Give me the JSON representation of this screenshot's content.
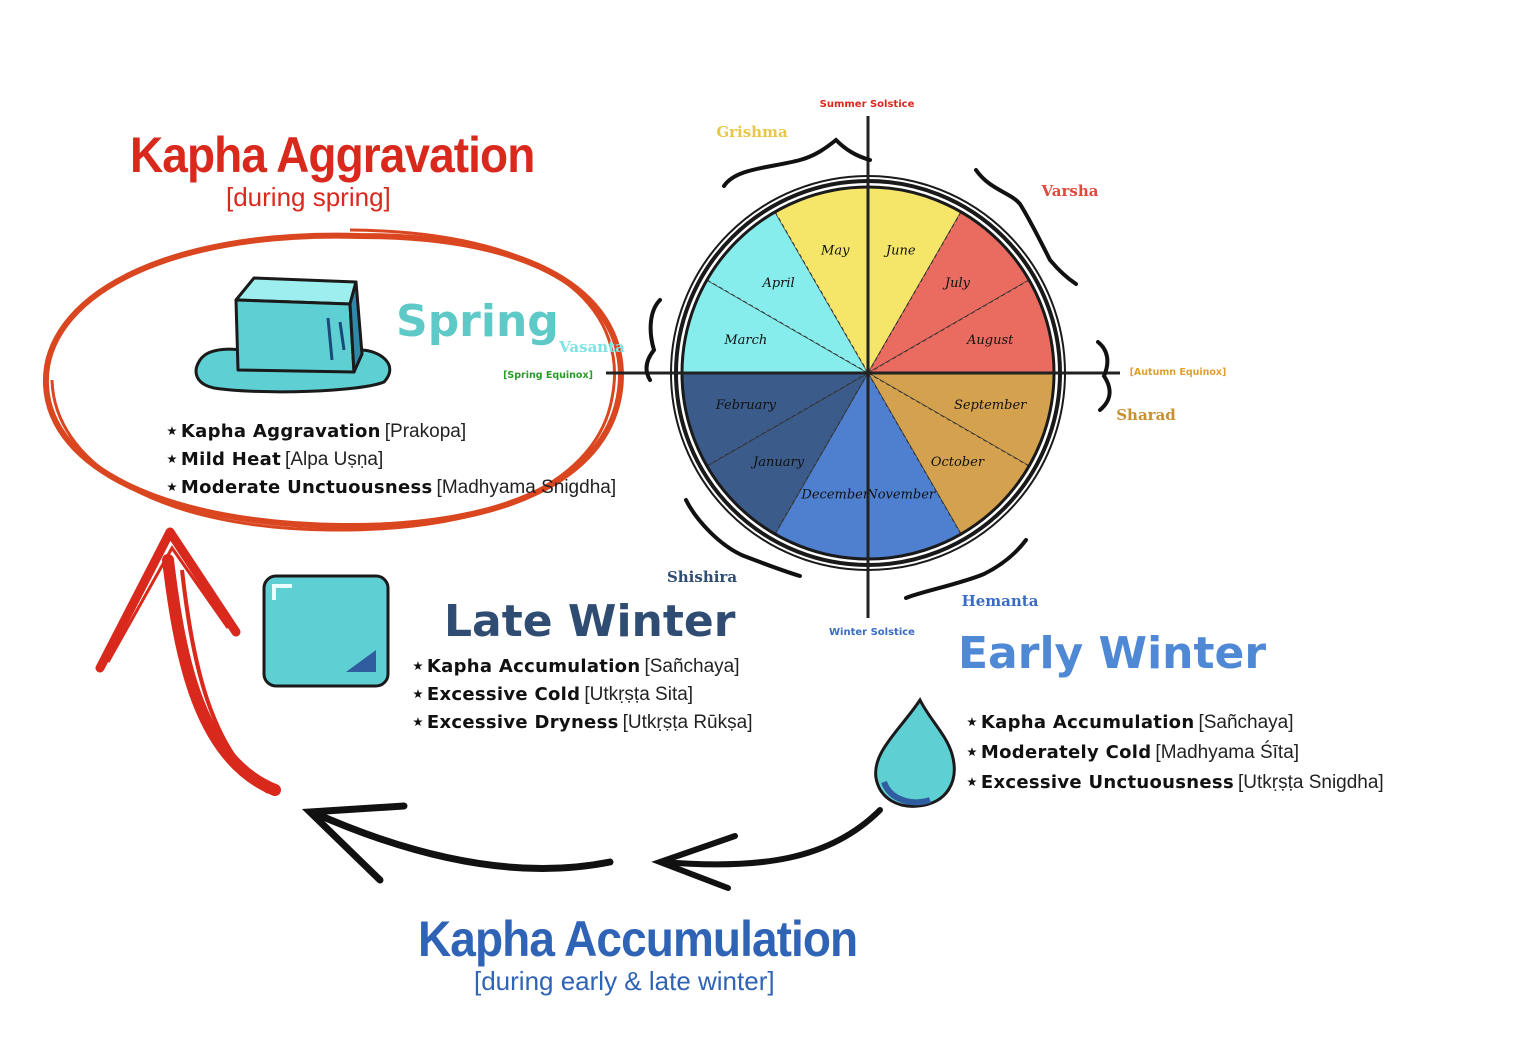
{
  "aggravation": {
    "title": "Kapha Aggravation",
    "subtitle": "[during spring]"
  },
  "accumulation": {
    "title": "Kapha Accumulation",
    "subtitle": "[during early & late winter]"
  },
  "spring": {
    "heading": "Spring",
    "items": [
      {
        "bold": "Kapha Aggravation",
        "sanskrit": "[Prakopa]"
      },
      {
        "bold": "Mild Heat",
        "sanskrit": "[Alpa Uṣṇa]"
      },
      {
        "bold": "Moderate Unctuousness",
        "sanskrit": "[Madhyama Snigdha]"
      }
    ]
  },
  "late_winter": {
    "heading": "Late Winter",
    "items": [
      {
        "bold": "Kapha Accumulation",
        "sanskrit": "[Sañchaya]"
      },
      {
        "bold": "Excessive Cold",
        "sanskrit": "[Utkṛṣṭa Sita]"
      },
      {
        "bold": "Excessive Dryness",
        "sanskrit": "[Utkṛṣṭa Rūkṣa]"
      }
    ]
  },
  "early_winter": {
    "heading": "Early Winter",
    "items": [
      {
        "bold": "Kapha Accumulation",
        "sanskrit": "[Sañchaya]"
      },
      {
        "bold": "Moderately Cold",
        "sanskrit": "[Madhyama Śīta]"
      },
      {
        "bold": "Excessive Unctuousness",
        "sanskrit": "[Utkṛṣṭa Snigdha]"
      }
    ]
  },
  "wheel": {
    "markers": {
      "top": "Summer Solstice",
      "bottom": "Winter Solstice",
      "left": "[Spring Equinox]",
      "right": "[Autumn Equinox]"
    },
    "seasons": [
      {
        "name": "Grishma",
        "color": "#e8c74a"
      },
      {
        "name": "Varsha",
        "color": "#e0493c"
      },
      {
        "name": "Sharad",
        "color": "#c7912f"
      },
      {
        "name": "Hemanta",
        "color": "#3a6cc4"
      },
      {
        "name": "Shishira",
        "color": "#2f4c72"
      },
      {
        "name": "Vasanta",
        "color": "#7fe3e3"
      }
    ],
    "months": [
      {
        "name": "June",
        "color": "#f5e66a"
      },
      {
        "name": "July",
        "color": "#ea6b5f"
      },
      {
        "name": "August",
        "color": "#ea6b5f"
      },
      {
        "name": "September",
        "color": "#d4a24f"
      },
      {
        "name": "October",
        "color": "#d4a24f"
      },
      {
        "name": "November",
        "color": "#4f80cf"
      },
      {
        "name": "December",
        "color": "#4f80cf"
      },
      {
        "name": "January",
        "color": "#3b5b8a"
      },
      {
        "name": "February",
        "color": "#3b5b8a"
      },
      {
        "name": "March",
        "color": "#86ecec"
      },
      {
        "name": "April",
        "color": "#86ecec"
      },
      {
        "name": "May",
        "color": "#f5e66a"
      }
    ]
  },
  "colors": {
    "aggravation_red": "#d9281c",
    "accumulation_blue": "#2f63b6",
    "ice_cyan": "#5ecfd3"
  }
}
